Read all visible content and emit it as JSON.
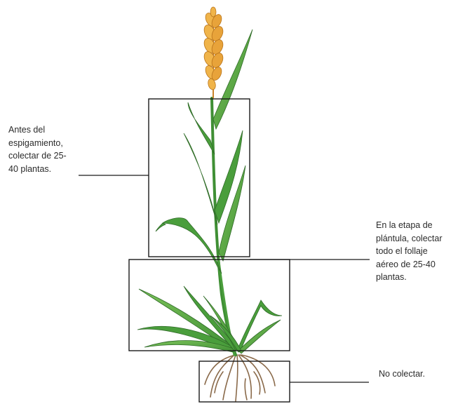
{
  "labels": {
    "upper": [
      "Antes del",
      "espigamiento,",
      "colectar de 25-",
      "40 plantas."
    ],
    "middle": [
      "En la etapa de",
      "plántula, colectar",
      "todo el follaje",
      "aéreo de 25-40",
      "plantas."
    ],
    "bottom": [
      "No colectar."
    ]
  },
  "colors": {
    "leaf": "#4a9e3c",
    "leaf_highlight": "#8fcf6a",
    "leaf_outline": "#2f6b27",
    "spike": "#e8a33a",
    "spike_outline": "#b9741a",
    "root": "#8a6a4a",
    "box_stroke": "#1a1a1a"
  }
}
